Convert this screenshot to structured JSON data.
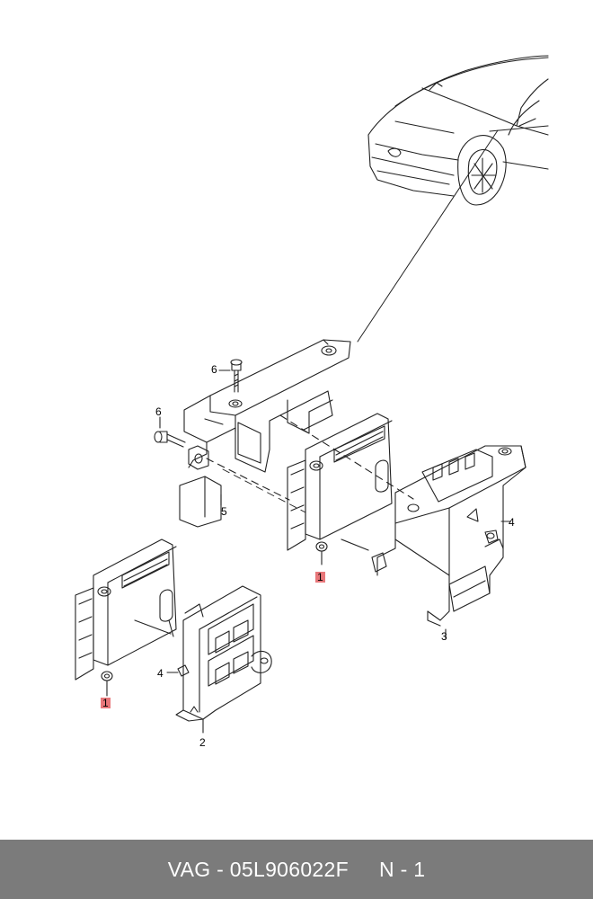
{
  "callouts": {
    "c6_top": "6",
    "c6_left": "6",
    "c5": "5",
    "c1_upper": "1",
    "c4_right": "4",
    "c3": "3",
    "c4_left": "4",
    "c1_lower": "1",
    "c2": "2"
  },
  "footer": {
    "part_label": "VAG - 05L906022F",
    "qty_label": "N - 1"
  },
  "colors": {
    "highlight": "#e8777a",
    "footer_bg": "#7b7b7b",
    "line": "#222222"
  }
}
